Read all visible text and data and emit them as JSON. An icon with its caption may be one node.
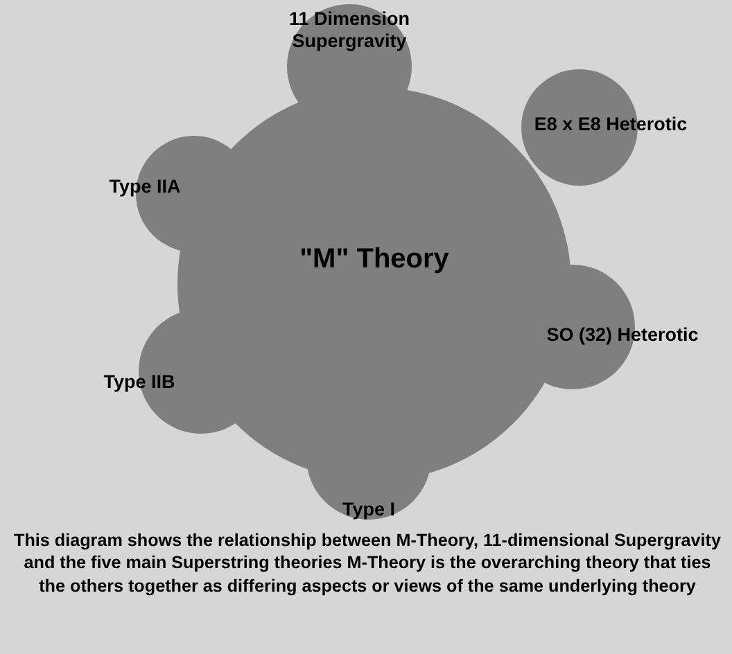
{
  "diagram": {
    "caption": "This diagram shows the relationship between M-Theory, 11-dimensional Supergravity and the five main Superstring theories M-Theory is the overarching theory that ties the others together as differing aspects or views of the same underlying theory",
    "nodes": [
      {
        "text": [
          "\"M\" Theory"
        ]
      },
      {
        "text": [
          "11 Dimension Supergravity"
        ]
      },
      {
        "text": [
          "E8 x E8 Heterotic"
        ]
      },
      {
        "text": [
          "Type IIA"
        ]
      },
      {
        "text": [
          "SO (32) Heterotic"
        ]
      },
      {
        "text": [
          "Type IIB"
        ]
      },
      {
        "text": [
          "Type I"
        ]
      }
    ]
  }
}
